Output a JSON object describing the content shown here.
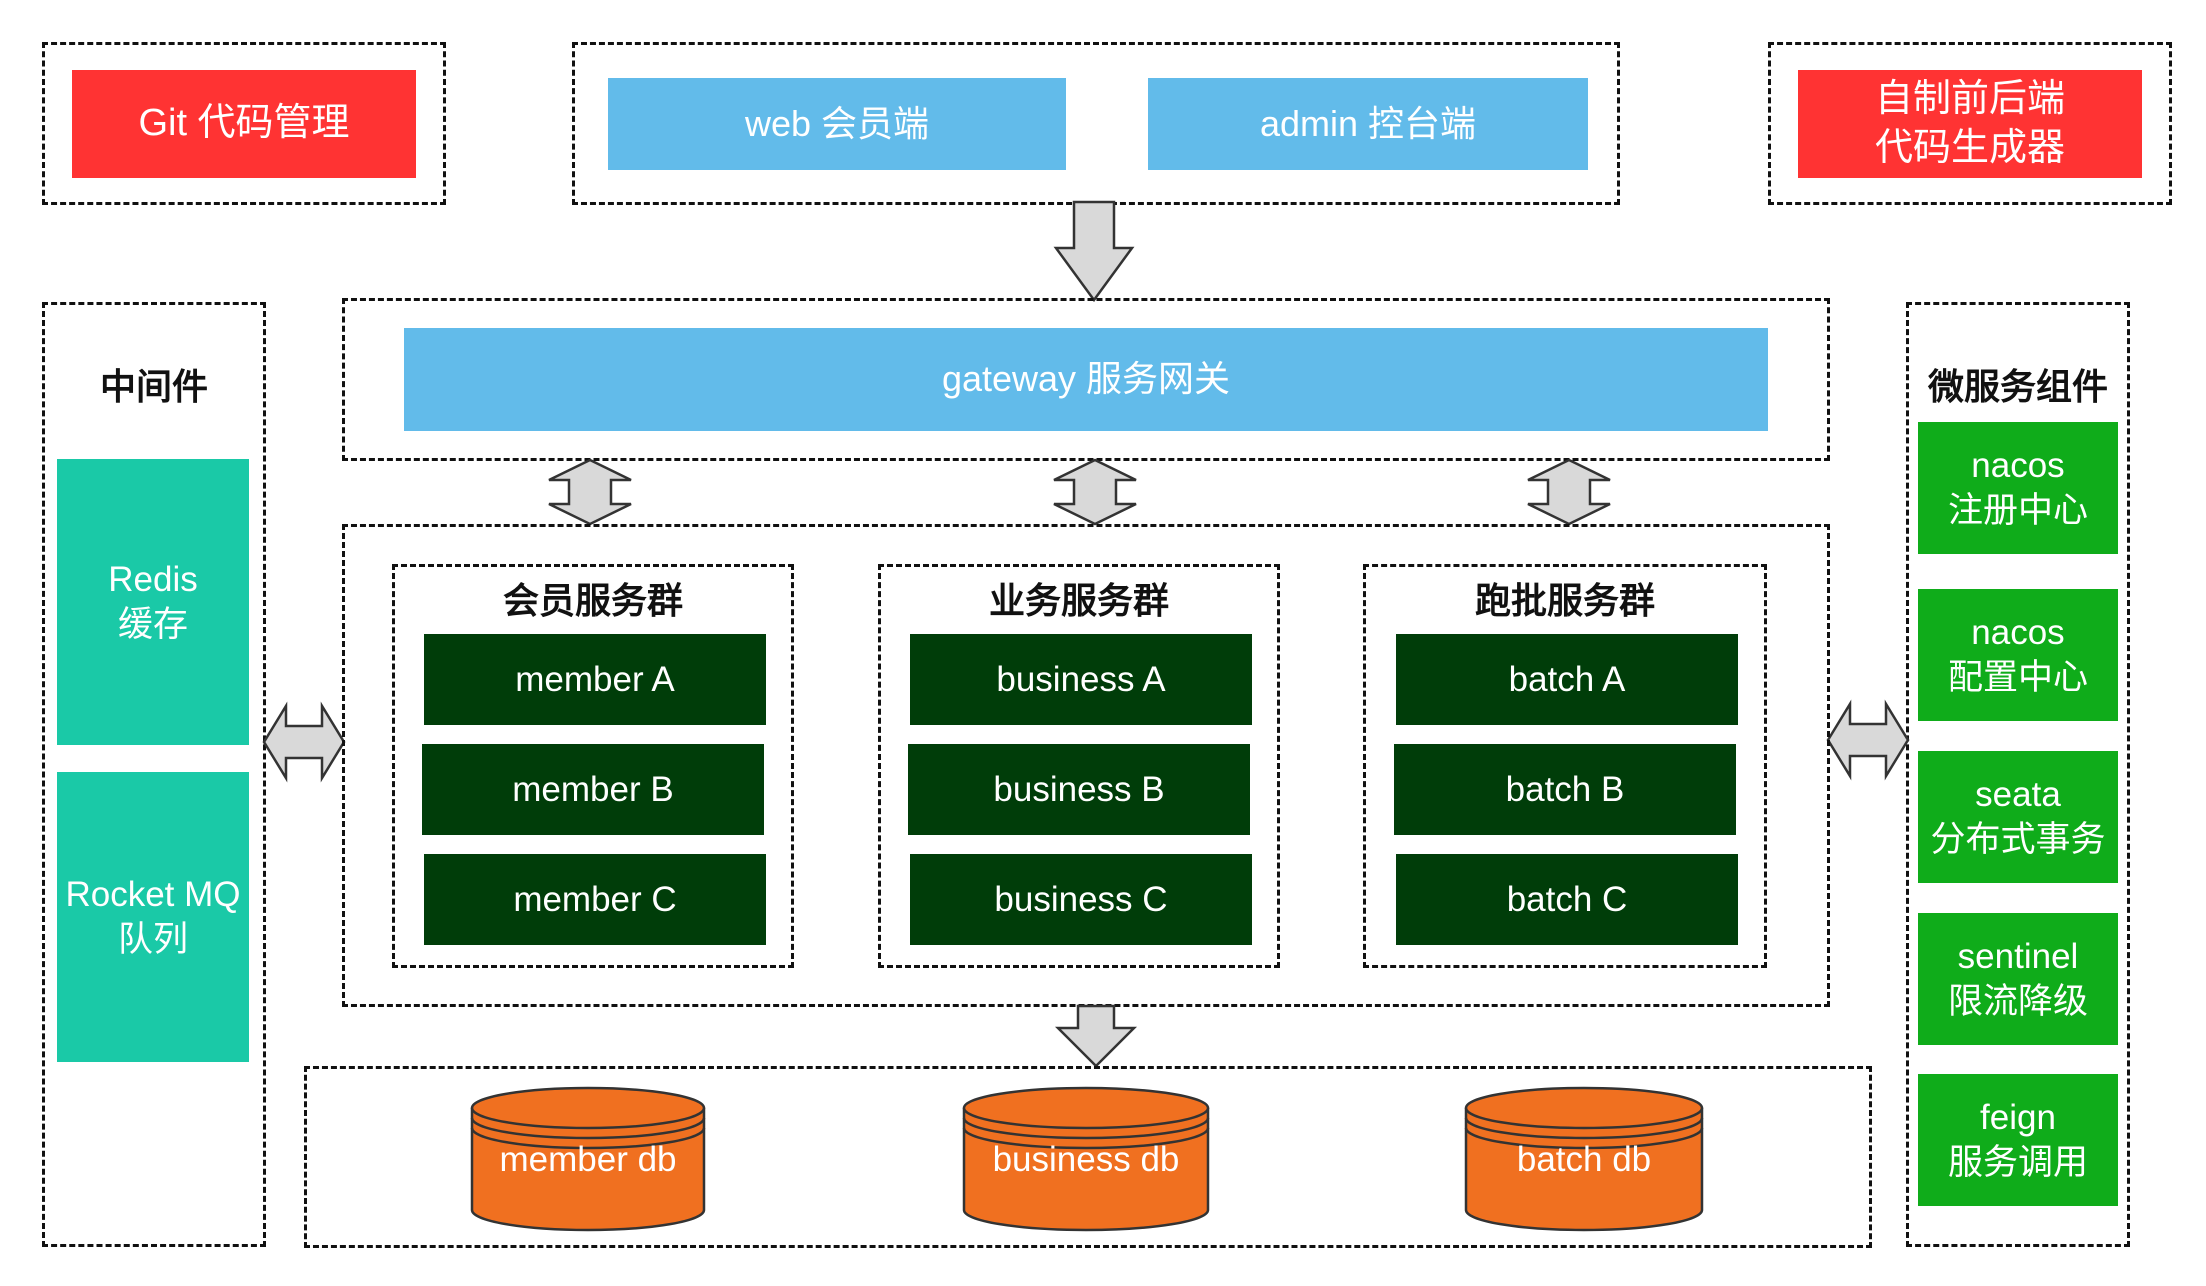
{
  "top": {
    "git": "Git 代码管理",
    "web": "web 会员端",
    "admin": "admin 控台端",
    "generator": [
      "自制前后端",
      "代码生成器"
    ]
  },
  "gateway": "gateway 服务网关",
  "middleware": {
    "title": "中间件",
    "items": [
      {
        "lines": [
          "Redis",
          "缓存"
        ]
      },
      {
        "lines": [
          "Rocket MQ",
          "队列"
        ]
      }
    ]
  },
  "microservice": {
    "title": "微服务组件",
    "items": [
      {
        "lines": [
          "nacos",
          "注册中心"
        ]
      },
      {
        "lines": [
          "nacos",
          "配置中心"
        ]
      },
      {
        "lines": [
          "seata",
          "分布式事务"
        ]
      },
      {
        "lines": [
          "sentinel",
          "限流降级"
        ]
      },
      {
        "lines": [
          "feign",
          "服务调用"
        ]
      }
    ]
  },
  "groups": [
    {
      "title": "会员服务群",
      "services": [
        "member A",
        "member B",
        "member C"
      ]
    },
    {
      "title": "业务服务群",
      "services": [
        "business A",
        "business B",
        "business C"
      ]
    },
    {
      "title": "跑批服务群",
      "services": [
        "batch A",
        "batch B",
        "batch C"
      ]
    }
  ],
  "databases": [
    "member db",
    "business db",
    "batch db"
  ],
  "colors": {
    "red": "#ff3333",
    "blue": "#62bbea",
    "teal": "#1ac9a7",
    "green": "#0fac1a",
    "dark_green": "#003d09",
    "db_orange": "#f07020",
    "arrow_gray": "#d9d9d9"
  }
}
